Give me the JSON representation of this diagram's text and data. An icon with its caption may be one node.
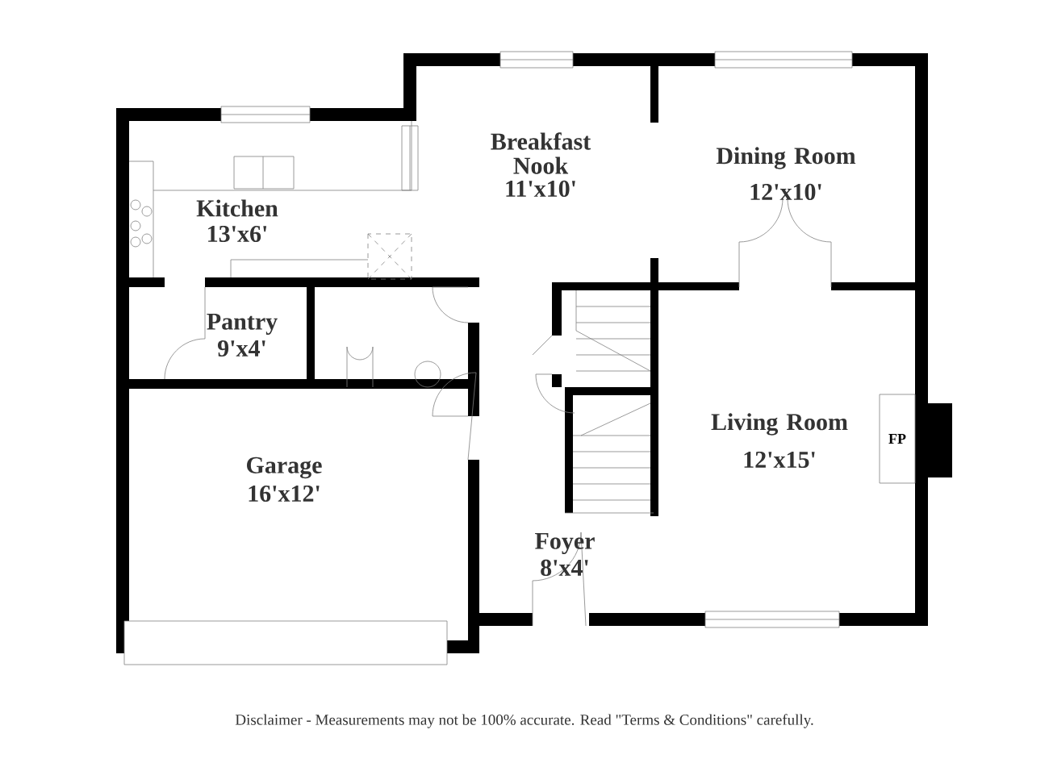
{
  "diagram": {
    "caption": "Disclaimer - Measurements may not be 100% accurate. Read \"Terms & Conditions\" carefully.",
    "nodes": [
      {
        "text": [
          "FP"
        ]
      }
    ],
    "labels": [
      "Breakfast Nook",
      "11'x10'",
      "Dining Room",
      "12'x10'",
      "Kitchen",
      "13'x6'",
      "Pantry",
      "9'x4'",
      "Living Room",
      "12'x15'",
      "Garage",
      "16'x12'",
      "Foyer",
      "8'x4'"
    ]
  }
}
